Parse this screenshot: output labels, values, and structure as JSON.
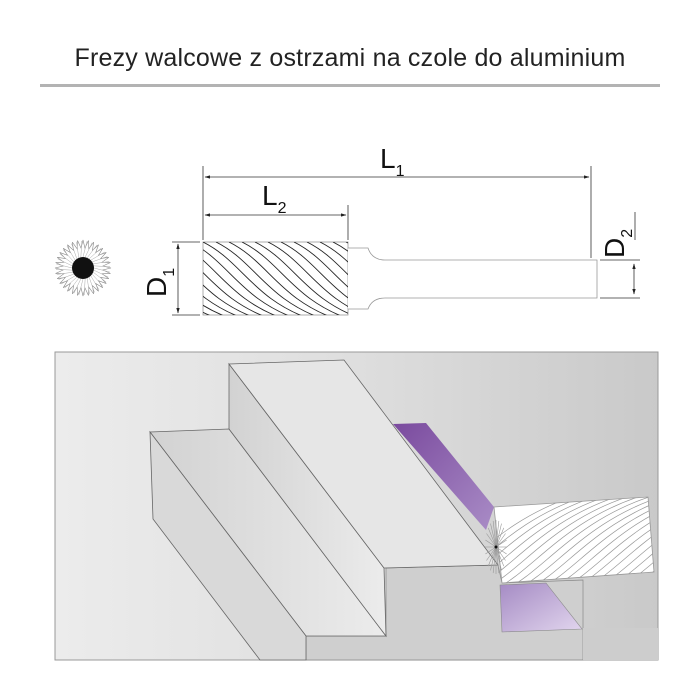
{
  "title": "Frezy walcowe z ostrzami na czole do aluminium",
  "dimensions": {
    "L1": {
      "main": "L",
      "sub": "1"
    },
    "L2": {
      "main": "L",
      "sub": "2"
    },
    "D1": {
      "main": "D",
      "sub": "1"
    },
    "D2": {
      "main": "D",
      "sub": "2"
    }
  },
  "colors": {
    "accent_purple": "#7d4ea0",
    "accent_purple_light": "#d8c8e6",
    "panel_gray": "#cfcfcf"
  }
}
